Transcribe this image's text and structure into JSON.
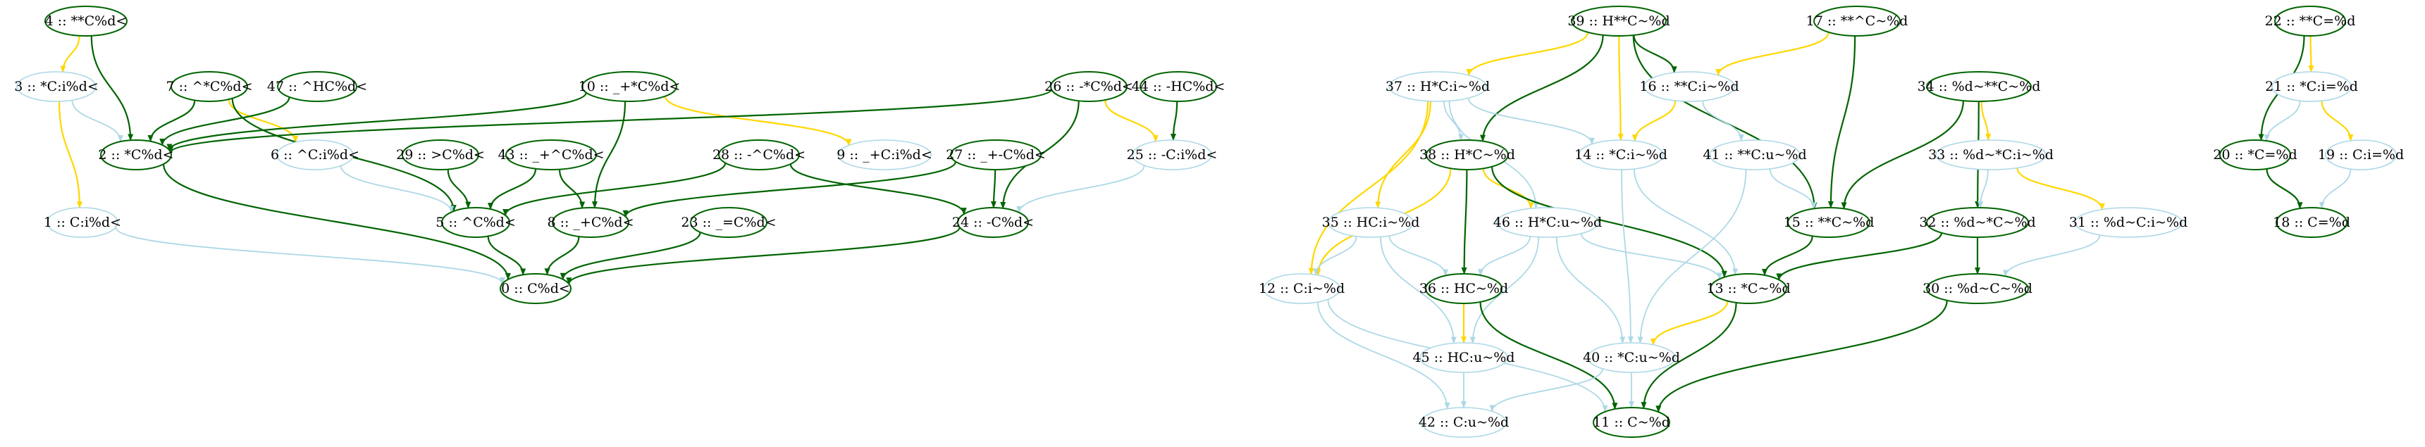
{
  "colors": {
    "green": "#006400",
    "yellow": "#FFD700",
    "lightblue": "#ADD8E6"
  },
  "nodes": [
    {
      "id": "n4",
      "label": "4 :: **C%d<",
      "style": "green"
    },
    {
      "id": "n3",
      "label": "3 :: *C:i%d<",
      "style": "lightblue"
    },
    {
      "id": "n7",
      "label": "7 :: ^*C%d<",
      "style": "green"
    },
    {
      "id": "n47",
      "label": "47 :: ^HC%d<",
      "style": "green"
    },
    {
      "id": "n10",
      "label": "10 :: _+*C%d<",
      "style": "green"
    },
    {
      "id": "n26",
      "label": "26 :: -*C%d<",
      "style": "green"
    },
    {
      "id": "n44",
      "label": "44 :: -HC%d<",
      "style": "green"
    },
    {
      "id": "n2",
      "label": "2 :: *C%d<",
      "style": "green"
    },
    {
      "id": "n6",
      "label": "6 :: ^C:i%d<",
      "style": "lightblue"
    },
    {
      "id": "n29",
      "label": "29 :: >C%d<",
      "style": "green"
    },
    {
      "id": "n43",
      "label": "43 :: _+^C%d<",
      "style": "green"
    },
    {
      "id": "n28",
      "label": "28 :: -^C%d<",
      "style": "green"
    },
    {
      "id": "n9",
      "label": "9 :: _+C:i%d<",
      "style": "lightblue"
    },
    {
      "id": "n27",
      "label": "27 :: _+-C%d<",
      "style": "green"
    },
    {
      "id": "n25",
      "label": "25 :: -C:i%d<",
      "style": "lightblue"
    },
    {
      "id": "n1",
      "label": "1 :: C:i%d<",
      "style": "lightblue"
    },
    {
      "id": "n5",
      "label": "5 :: ^C%d<",
      "style": "green"
    },
    {
      "id": "n8",
      "label": "8 :: _+C%d<",
      "style": "green"
    },
    {
      "id": "n23",
      "label": "23 :: _=C%d<",
      "style": "green"
    },
    {
      "id": "n24",
      "label": "24 :: -C%d<",
      "style": "green"
    },
    {
      "id": "n0",
      "label": "0 :: C%d<",
      "style": "green"
    },
    {
      "id": "n39",
      "label": "39 :: H**C~%d",
      "style": "green"
    },
    {
      "id": "n17",
      "label": "17 :: **^C~%d",
      "style": "green"
    },
    {
      "id": "n22",
      "label": "22 :: **C=%d",
      "style": "green"
    },
    {
      "id": "n37",
      "label": "37 :: H*C:i~%d",
      "style": "lightblue"
    },
    {
      "id": "n16",
      "label": "16 :: **C:i~%d",
      "style": "lightblue"
    },
    {
      "id": "n34",
      "label": "34 :: %d~**C~%d",
      "style": "green"
    },
    {
      "id": "n21",
      "label": "21 :: *C:i=%d",
      "style": "lightblue"
    },
    {
      "id": "n38",
      "label": "38 :: H*C~%d",
      "style": "green"
    },
    {
      "id": "n14",
      "label": "14 :: *C:i~%d",
      "style": "lightblue"
    },
    {
      "id": "n41",
      "label": "41 :: **C:u~%d",
      "style": "lightblue"
    },
    {
      "id": "n33",
      "label": "33 :: %d~*C:i~%d",
      "style": "lightblue"
    },
    {
      "id": "n20",
      "label": "20 :: *C=%d",
      "style": "green"
    },
    {
      "id": "n19",
      "label": "19 :: C:i=%d",
      "style": "lightblue"
    },
    {
      "id": "n35",
      "label": "35 :: HC:i~%d",
      "style": "lightblue"
    },
    {
      "id": "n46",
      "label": "46 :: H*C:u~%d",
      "style": "lightblue"
    },
    {
      "id": "n15",
      "label": "15 :: **C~%d",
      "style": "green"
    },
    {
      "id": "n32",
      "label": "32 :: %d~*C~%d",
      "style": "green"
    },
    {
      "id": "n31",
      "label": "31 :: %d~C:i~%d",
      "style": "lightblue"
    },
    {
      "id": "n18",
      "label": "18 :: C=%d",
      "style": "green"
    },
    {
      "id": "n12",
      "label": "12 :: C:i~%d",
      "style": "lightblue"
    },
    {
      "id": "n36",
      "label": "36 :: HC~%d",
      "style": "green"
    },
    {
      "id": "n13",
      "label": "13 :: *C~%d",
      "style": "green"
    },
    {
      "id": "n30",
      "label": "30 :: %d~C~%d",
      "style": "green"
    },
    {
      "id": "n45",
      "label": "45 :: HC:u~%d",
      "style": "lightblue"
    },
    {
      "id": "n40",
      "label": "40 :: *C:u~%d",
      "style": "lightblue"
    },
    {
      "id": "n42",
      "label": "42 :: C:u~%d",
      "style": "lightblue"
    },
    {
      "id": "n11",
      "label": "11 :: C~%d",
      "style": "green"
    }
  ],
  "edges": [
    {
      "from": "n4",
      "to": "n3",
      "color": "yellow"
    },
    {
      "from": "n4",
      "to": "n2",
      "color": "green"
    },
    {
      "from": "n3",
      "to": "n2",
      "color": "lightblue"
    },
    {
      "from": "n3",
      "to": "n1",
      "color": "yellow"
    },
    {
      "from": "n7",
      "to": "n2",
      "color": "green"
    },
    {
      "from": "n7",
      "to": "n6",
      "color": "yellow"
    },
    {
      "from": "n7",
      "to": "n5",
      "color": "green"
    },
    {
      "from": "n47",
      "to": "n2",
      "color": "green"
    },
    {
      "from": "n10",
      "to": "n2",
      "color": "green"
    },
    {
      "from": "n10",
      "to": "n9",
      "color": "yellow"
    },
    {
      "from": "n10",
      "to": "n8",
      "color": "green"
    },
    {
      "from": "n26",
      "to": "n2",
      "color": "green"
    },
    {
      "from": "n26",
      "to": "n25",
      "color": "yellow"
    },
    {
      "from": "n26",
      "to": "n24",
      "color": "green"
    },
    {
      "from": "n44",
      "to": "n25",
      "color": "green"
    },
    {
      "from": "n2",
      "to": "n0",
      "color": "green"
    },
    {
      "from": "n6",
      "to": "n5",
      "color": "lightblue"
    },
    {
      "from": "n29",
      "to": "n5",
      "color": "green"
    },
    {
      "from": "n43",
      "to": "n5",
      "color": "green"
    },
    {
      "from": "n43",
      "to": "n8",
      "color": "green"
    },
    {
      "from": "n28",
      "to": "n5",
      "color": "green"
    },
    {
      "from": "n28",
      "to": "n24",
      "color": "green"
    },
    {
      "from": "n27",
      "to": "n8",
      "color": "green"
    },
    {
      "from": "n27",
      "to": "n24",
      "color": "green"
    },
    {
      "from": "n25",
      "to": "n24",
      "color": "lightblue"
    },
    {
      "from": "n1",
      "to": "n0",
      "color": "lightblue"
    },
    {
      "from": "n5",
      "to": "n0",
      "color": "green"
    },
    {
      "from": "n8",
      "to": "n0",
      "color": "green"
    },
    {
      "from": "n23",
      "to": "n0",
      "color": "green"
    },
    {
      "from": "n24",
      "to": "n0",
      "color": "green"
    },
    {
      "from": "n39",
      "to": "n37",
      "color": "yellow"
    },
    {
      "from": "n39",
      "to": "n38",
      "color": "green"
    },
    {
      "from": "n39",
      "to": "n14",
      "color": "yellow"
    },
    {
      "from": "n39",
      "to": "n16",
      "color": "green"
    },
    {
      "from": "n39",
      "to": "n15",
      "color": "green"
    },
    {
      "from": "n17",
      "to": "n16",
      "color": "yellow"
    },
    {
      "from": "n17",
      "to": "n15",
      "color": "green"
    },
    {
      "from": "n37",
      "to": "n38",
      "color": "lightblue"
    },
    {
      "from": "n37",
      "to": "n14",
      "color": "lightblue"
    },
    {
      "from": "n37",
      "to": "n35",
      "color": "yellow"
    },
    {
      "from": "n37",
      "to": "n12",
      "color": "yellow"
    },
    {
      "from": "n37",
      "to": "n46",
      "color": "lightblue"
    },
    {
      "from": "n16",
      "to": "n14",
      "color": "yellow"
    },
    {
      "from": "n16",
      "to": "n41",
      "color": "lightblue"
    },
    {
      "from": "n38",
      "to": "n46",
      "color": "yellow"
    },
    {
      "from": "n38",
      "to": "n36",
      "color": "green"
    },
    {
      "from": "n38",
      "to": "n13",
      "color": "green"
    },
    {
      "from": "n38",
      "to": "n12",
      "color": "yellow"
    },
    {
      "from": "n14",
      "to": "n13",
      "color": "lightblue"
    },
    {
      "from": "n14",
      "to": "n40",
      "color": "lightblue"
    },
    {
      "from": "n41",
      "to": "n15",
      "color": "lightblue"
    },
    {
      "from": "n41",
      "to": "n40",
      "color": "lightblue"
    },
    {
      "from": "n34",
      "to": "n15",
      "color": "green"
    },
    {
      "from": "n34",
      "to": "n33",
      "color": "yellow"
    },
    {
      "from": "n34",
      "to": "n32",
      "color": "green"
    },
    {
      "from": "n33",
      "to": "n32",
      "color": "lightblue"
    },
    {
      "from": "n33",
      "to": "n31",
      "color": "yellow"
    },
    {
      "from": "n15",
      "to": "n13",
      "color": "green"
    },
    {
      "from": "n32",
      "to": "n13",
      "color": "green"
    },
    {
      "from": "n32",
      "to": "n30",
      "color": "green"
    },
    {
      "from": "n31",
      "to": "n30",
      "color": "lightblue"
    },
    {
      "from": "n35",
      "to": "n12",
      "color": "lightblue"
    },
    {
      "from": "n35",
      "to": "n36",
      "color": "lightblue"
    },
    {
      "from": "n35",
      "to": "n45",
      "color": "lightblue"
    },
    {
      "from": "n46",
      "to": "n36",
      "color": "lightblue"
    },
    {
      "from": "n46",
      "to": "n45",
      "color": "lightblue"
    },
    {
      "from": "n46",
      "to": "n13",
      "color": "lightblue"
    },
    {
      "from": "n46",
      "to": "n40",
      "color": "lightblue"
    },
    {
      "from": "n12",
      "to": "n42",
      "color": "lightblue"
    },
    {
      "from": "n12",
      "to": "n11",
      "color": "lightblue"
    },
    {
      "from": "n36",
      "to": "n45",
      "color": "yellow"
    },
    {
      "from": "n36",
      "to": "n11",
      "color": "green"
    },
    {
      "from": "n13",
      "to": "n40",
      "color": "yellow"
    },
    {
      "from": "n13",
      "to": "n11",
      "color": "green"
    },
    {
      "from": "n30",
      "to": "n11",
      "color": "green"
    },
    {
      "from": "n45",
      "to": "n42",
      "color": "lightblue"
    },
    {
      "from": "n40",
      "to": "n42",
      "color": "lightblue"
    },
    {
      "from": "n40",
      "to": "n11",
      "color": "lightblue"
    },
    {
      "from": "n22",
      "to": "n21",
      "color": "yellow"
    },
    {
      "from": "n22",
      "to": "n20",
      "color": "green"
    },
    {
      "from": "n21",
      "to": "n20",
      "color": "lightblue"
    },
    {
      "from": "n21",
      "to": "n19",
      "color": "yellow"
    },
    {
      "from": "n20",
      "to": "n18",
      "color": "green"
    },
    {
      "from": "n19",
      "to": "n18",
      "color": "lightblue"
    }
  ]
}
